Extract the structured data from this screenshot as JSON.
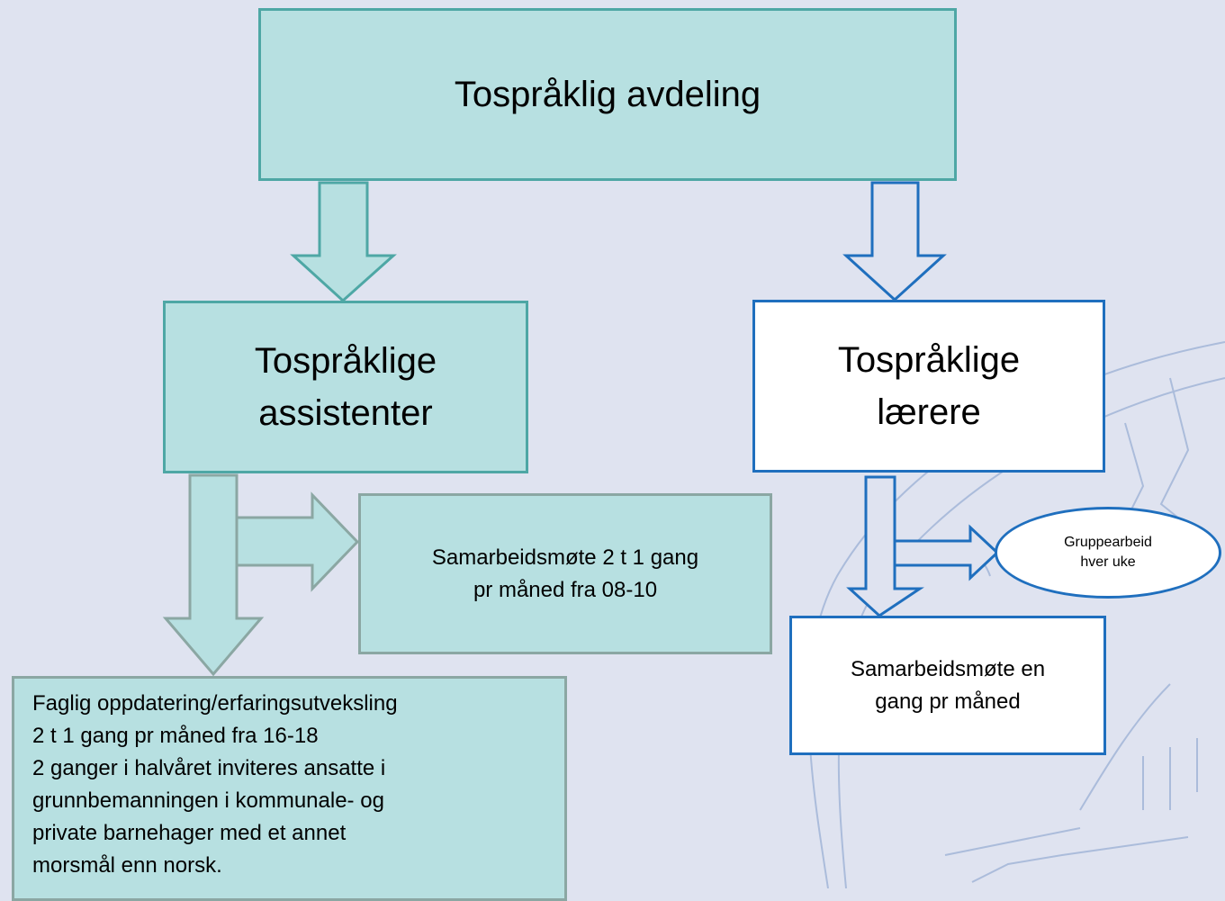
{
  "diagram": {
    "top": {
      "label": "Tospråklig avdeling"
    },
    "left": {
      "lines": [
        "Tospråklige",
        "assistenter"
      ]
    },
    "right": {
      "lines": [
        "Tospråklige",
        "lærere"
      ]
    },
    "left_meeting": {
      "lines": [
        "Samarbeidsmøte 2 t 1 gang",
        "pr måned fra 08-10"
      ]
    },
    "left_faglig": {
      "lines": [
        "Faglig oppdatering/erfaringsutveksling",
        "2 t 1 gang pr måned fra 16-18",
        "2 ganger i halvåret inviteres ansatte i",
        "grunnbemanningen i kommunale- og",
        "private barnehager med et annet",
        "morsmål enn norsk."
      ]
    },
    "right_group": {
      "lines": [
        "Gruppearbeid",
        "hver uke"
      ]
    },
    "right_meeting": {
      "lines": [
        "Samarbeidsmøte en",
        "gang pr måned"
      ]
    }
  },
  "colors": {
    "teal_fill": "#b7e0e1",
    "teal_border": "#4ea7a5",
    "blue_border": "#1f6fbe",
    "background": "#dfe3f0"
  }
}
